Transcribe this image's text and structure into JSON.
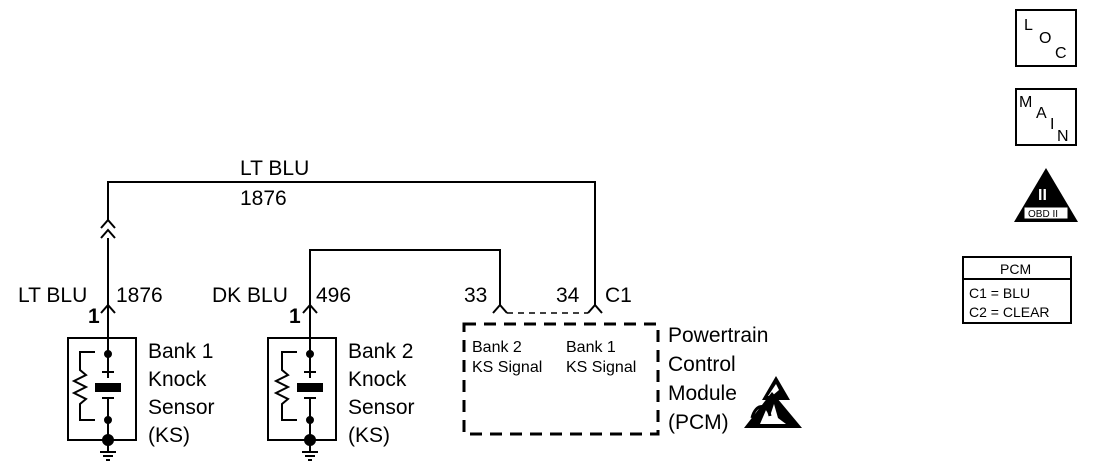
{
  "wires": {
    "lt_blu_top_color": "LT BLU",
    "lt_blu_top_circuit": "1876",
    "lt_blu_left_color": "LT BLU",
    "lt_blu_left_circuit": "1876",
    "lt_blu_left_pin": "1",
    "dk_blu_color": "DK BLU",
    "dk_blu_circuit": "496",
    "dk_blu_pin": "1"
  },
  "sensors": {
    "bank1": [
      "Bank 1",
      "Knock",
      "Sensor",
      "(KS)"
    ],
    "bank2": [
      "Bank 2",
      "Knock",
      "Sensor",
      "(KS)"
    ]
  },
  "pcm": {
    "pin33": "33",
    "pin34": "34",
    "connector": "C1",
    "bank2_signal": [
      "Bank 2",
      "KS Signal"
    ],
    "bank1_signal": [
      "Bank 1",
      "KS Signal"
    ],
    "label": [
      "Powertrain",
      "Control",
      "Module",
      "(PCM)"
    ]
  },
  "icons": {
    "loc": [
      "L",
      "O",
      "C"
    ],
    "main": [
      "M",
      "A",
      "I",
      "N"
    ],
    "obd": "OBD II",
    "obd_numeral": "II"
  },
  "legend": {
    "title": "PCM",
    "rows": [
      "C1 = BLU",
      "C2 = CLEAR"
    ]
  }
}
